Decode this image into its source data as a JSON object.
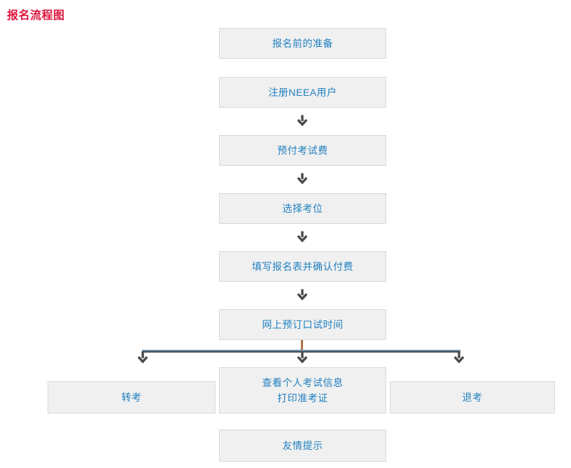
{
  "title": "报名流程图",
  "flow": {
    "steps": [
      {
        "label": "报名前的准备"
      },
      {
        "label": "注册NEEA用户"
      },
      {
        "label": "预付考试费"
      },
      {
        "label": "选择考位"
      },
      {
        "label": "填写报名表并确认付费"
      },
      {
        "label": "网上预订口试时间"
      }
    ],
    "branches": [
      {
        "label": "转考"
      },
      {
        "line1": "查看个人考试信息",
        "line2": "打印准考证"
      },
      {
        "label": "退考"
      }
    ],
    "note": {
      "label": "友情提示"
    }
  },
  "colors": {
    "title-color": "#dc143c",
    "box-text": "#2181c0",
    "box-bg": "#f0f0f0",
    "box-border": "#d8d8d8",
    "arrow-color": "#4a4a4a",
    "connector-blue": "#6b92b0",
    "connector-stub": "#b06f3e"
  }
}
